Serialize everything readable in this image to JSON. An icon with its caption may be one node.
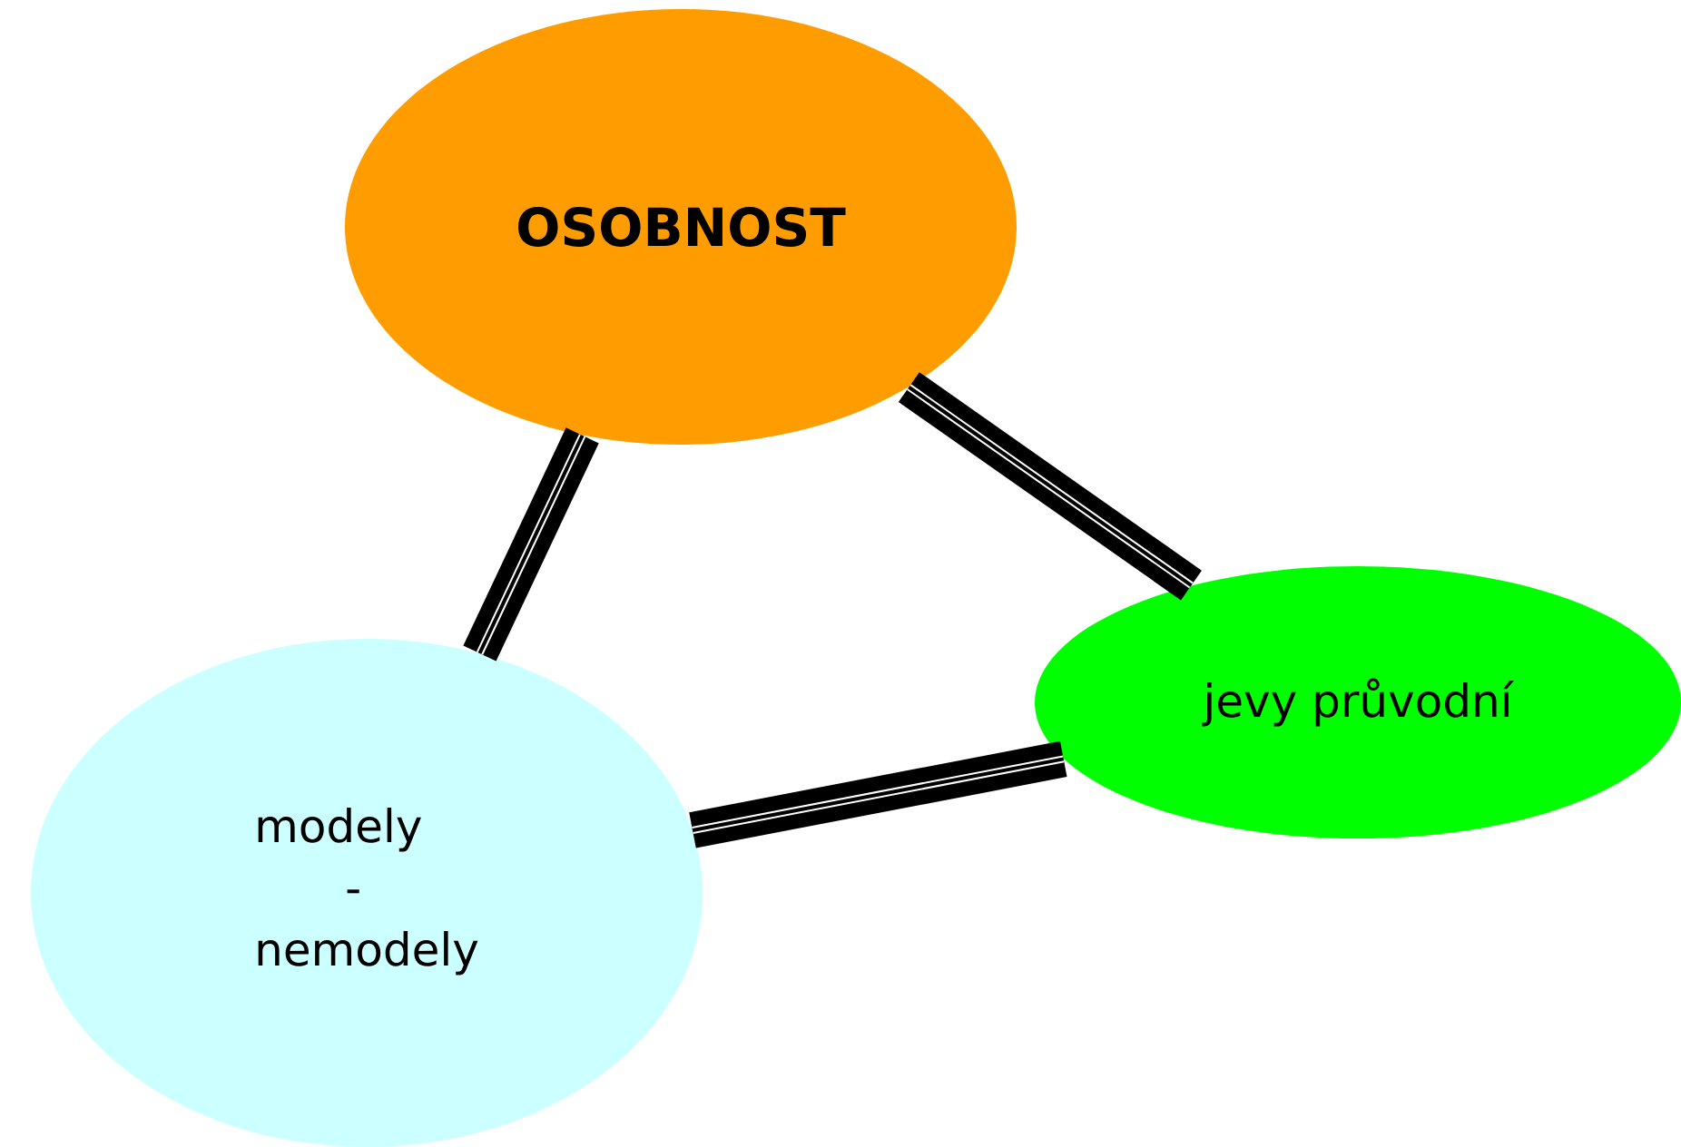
{
  "diagram": {
    "nodes": [
      {
        "text": [
          "OSOBNOST"
        ]
      },
      {
        "text": [
          "modely",
          "-",
          "nemodely"
        ]
      },
      {
        "text": [
          "jevy průvodní"
        ]
      }
    ],
    "edges": [
      {
        "from": 0,
        "to": 1,
        "arrow": "none"
      },
      {
        "from": 1,
        "to": 2,
        "arrow": "none"
      },
      {
        "from": 0,
        "to": 2,
        "arrow": "none"
      }
    ]
  }
}
